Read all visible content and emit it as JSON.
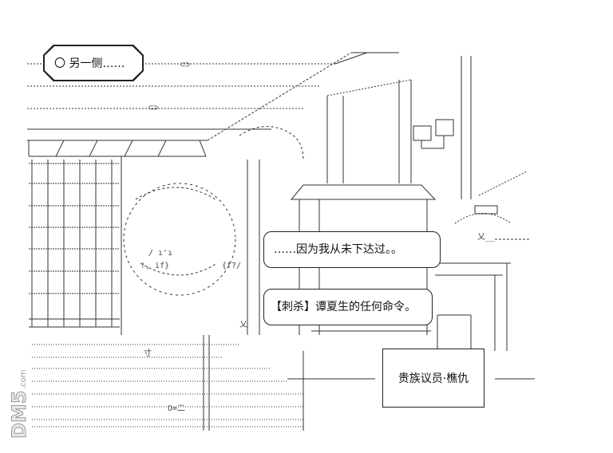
{
  "narration": {
    "other_side": "〇 另一侧……"
  },
  "dialogue": {
    "line1": "……因为我从未下达过。。",
    "line2": "【刺杀】谭夏生的任何命令。"
  },
  "nameplate": {
    "text": "贵族议员·樵仇"
  },
  "watermark": {
    "main": "DM5",
    "sub": ".com"
  }
}
